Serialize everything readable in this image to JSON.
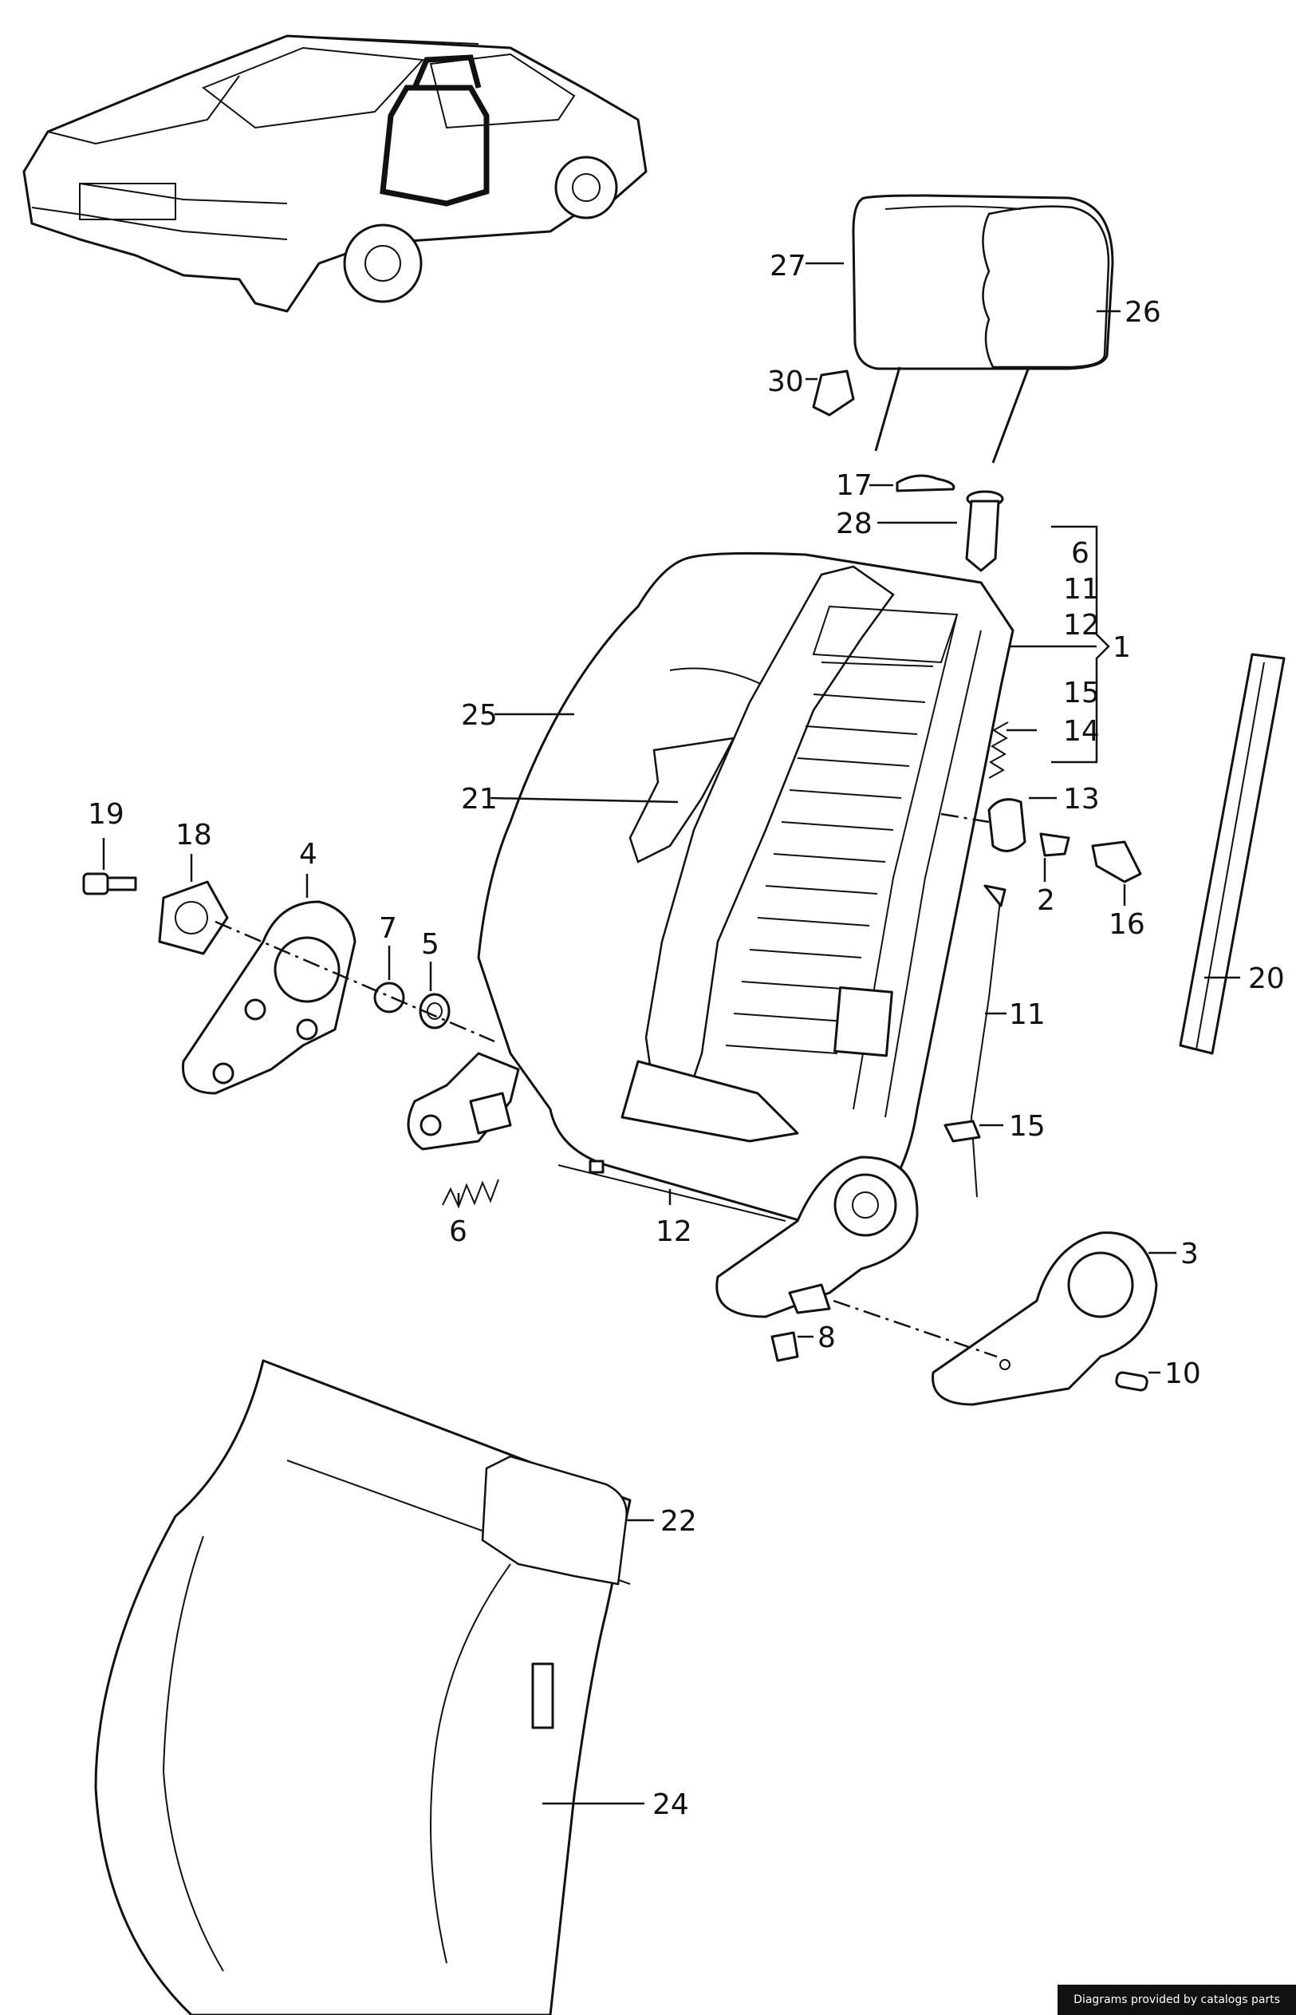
{
  "callouts": {
    "c1": "1",
    "c2": "2",
    "c3": "3",
    "c4": "4",
    "c5": "5",
    "c6_bracket": "6",
    "c6_bottom": "6",
    "c7": "7",
    "c8": "8",
    "c10": "10",
    "c11_bracket": "11",
    "c11_mid": "11",
    "c12_bracket": "12",
    "c12_bottom": "12",
    "c13": "13",
    "c14": "14",
    "c15_bracket": "15",
    "c15_mid": "15",
    "c16": "16",
    "c17": "17",
    "c18": "18",
    "c19": "19",
    "c20": "20",
    "c21": "21",
    "c22": "22",
    "c24": "24",
    "c25": "25",
    "c26": "26",
    "c27": "27",
    "c28": "28",
    "c30": "30"
  },
  "footer": {
    "credit": "Diagrams provided by catalogs parts"
  }
}
